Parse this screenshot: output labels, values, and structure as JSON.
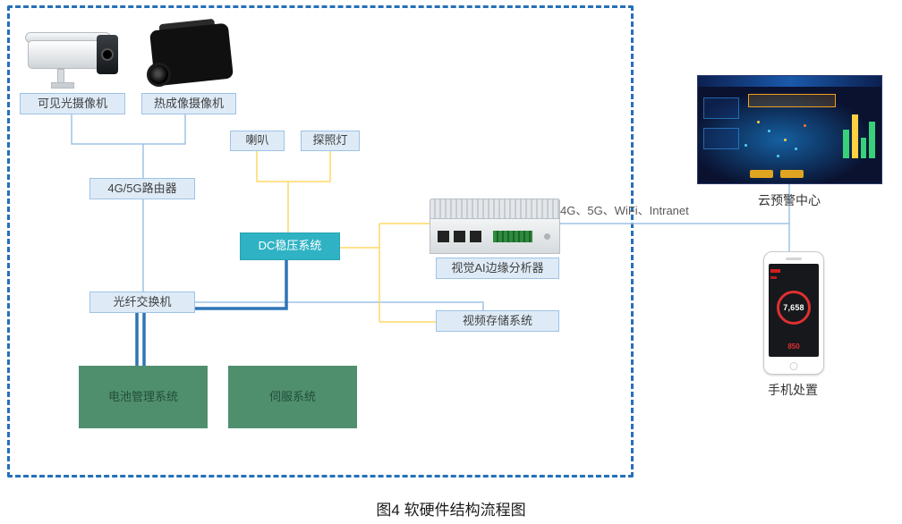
{
  "caption": "图4 软硬件结构流程图",
  "nodes": {
    "visible_camera": "可见光摄像机",
    "thermal_camera": "热成像摄像机",
    "speaker": "喇叭",
    "searchlight": "探照灯",
    "router": "4G/5G路由器",
    "dc_system": "DC稳压系统",
    "fiber_switch": "光纤交换机",
    "battery_mgmt": "电池管理系统",
    "servo": "伺服系统",
    "ai_analyzer": "视觉AI边缘分析器",
    "video_storage": "视频存储系统"
  },
  "links": {
    "wan_label": "4G、5G、WiFi、Intranet"
  },
  "right": {
    "cloud_center": "云预警中心",
    "phone_disposal": "手机处置"
  },
  "phone": {
    "gauge_value": "7,658",
    "bottom_value": "850"
  },
  "colors": {
    "frame": "#2470B8",
    "node_fill": "#DEEBF7",
    "node_border": "#9DC3E6",
    "dc_fill": "#2FB3C4",
    "green_fill": "#4F8F6E",
    "line_data": "#9DC3E6",
    "line_power": "#FFD966",
    "line_dc_thick": "#2E75B6"
  }
}
